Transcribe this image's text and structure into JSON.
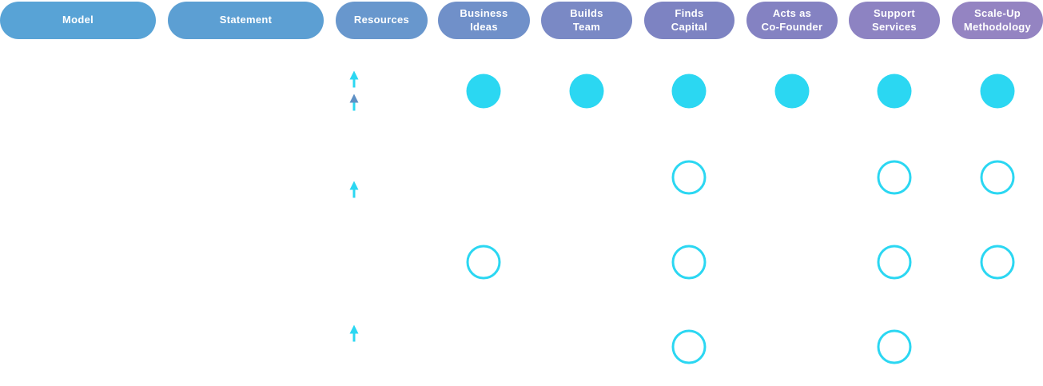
{
  "colors": {
    "mark_cyan": "#2BD7F2",
    "arrow_shaft_cyan": "#2BD7F2",
    "arrow_blue_head": "#5E90C5"
  },
  "header": {
    "columns": [
      {
        "id": "model",
        "label": "Model",
        "color": "#58A3D6"
      },
      {
        "id": "statement",
        "label": "Statement",
        "color": "#5C9FD3"
      },
      {
        "id": "resources",
        "label": "Resources",
        "color": "#6897CD"
      },
      {
        "id": "business-ideas",
        "label": "Business\nIdeas",
        "color": "#7090C9"
      },
      {
        "id": "builds-team",
        "label": "Builds\nTeam",
        "color": "#7A89C5"
      },
      {
        "id": "finds-capital",
        "label": "Finds\nCapital",
        "color": "#7D83C2"
      },
      {
        "id": "acts-as-co-founder",
        "label": "Acts as\nCo-Founder",
        "color": "#8482C2"
      },
      {
        "id": "support-services",
        "label": "Support\nServices",
        "color": "#8D83C2"
      },
      {
        "id": "scale-up-methodology",
        "label": "Scale-Up\nMethodology",
        "color": "#9484C2"
      }
    ]
  },
  "chart_data": {
    "type": "table",
    "columns": [
      "Model",
      "Statement",
      "Resources",
      "Business Ideas",
      "Builds Team",
      "Finds Capital",
      "Acts as Co-Founder",
      "Support Services",
      "Scale-Up Methodology"
    ],
    "feature_columns": [
      "Business Ideas",
      "Builds Team",
      "Finds Capital",
      "Acts as Co-Founder",
      "Support Services",
      "Scale-Up Methodology"
    ],
    "mark_meaning": {
      "filled": "solid cyan dot",
      "outline": "cyan ring",
      "none": "empty cell"
    },
    "rows": [
      {
        "model": "",
        "statement": "",
        "resources_arrows": [
          "cyan-up-arrow",
          "blue-head-up-arrow"
        ],
        "marks": [
          "filled",
          "filled",
          "filled",
          "filled",
          "filled",
          "filled"
        ]
      },
      {
        "model": "",
        "statement": "",
        "resources_arrows": [
          "cyan-up-arrow"
        ],
        "marks": [
          "none",
          "none",
          "outline",
          "none",
          "outline",
          "outline"
        ]
      },
      {
        "model": "",
        "statement": "",
        "resources_arrows": [],
        "marks": [
          "outline",
          "none",
          "outline",
          "none",
          "outline",
          "outline"
        ]
      },
      {
        "model": "",
        "statement": "",
        "resources_arrows": [
          "cyan-up-arrow"
        ],
        "marks": [
          "none",
          "none",
          "outline",
          "none",
          "outline",
          "none"
        ]
      }
    ]
  }
}
